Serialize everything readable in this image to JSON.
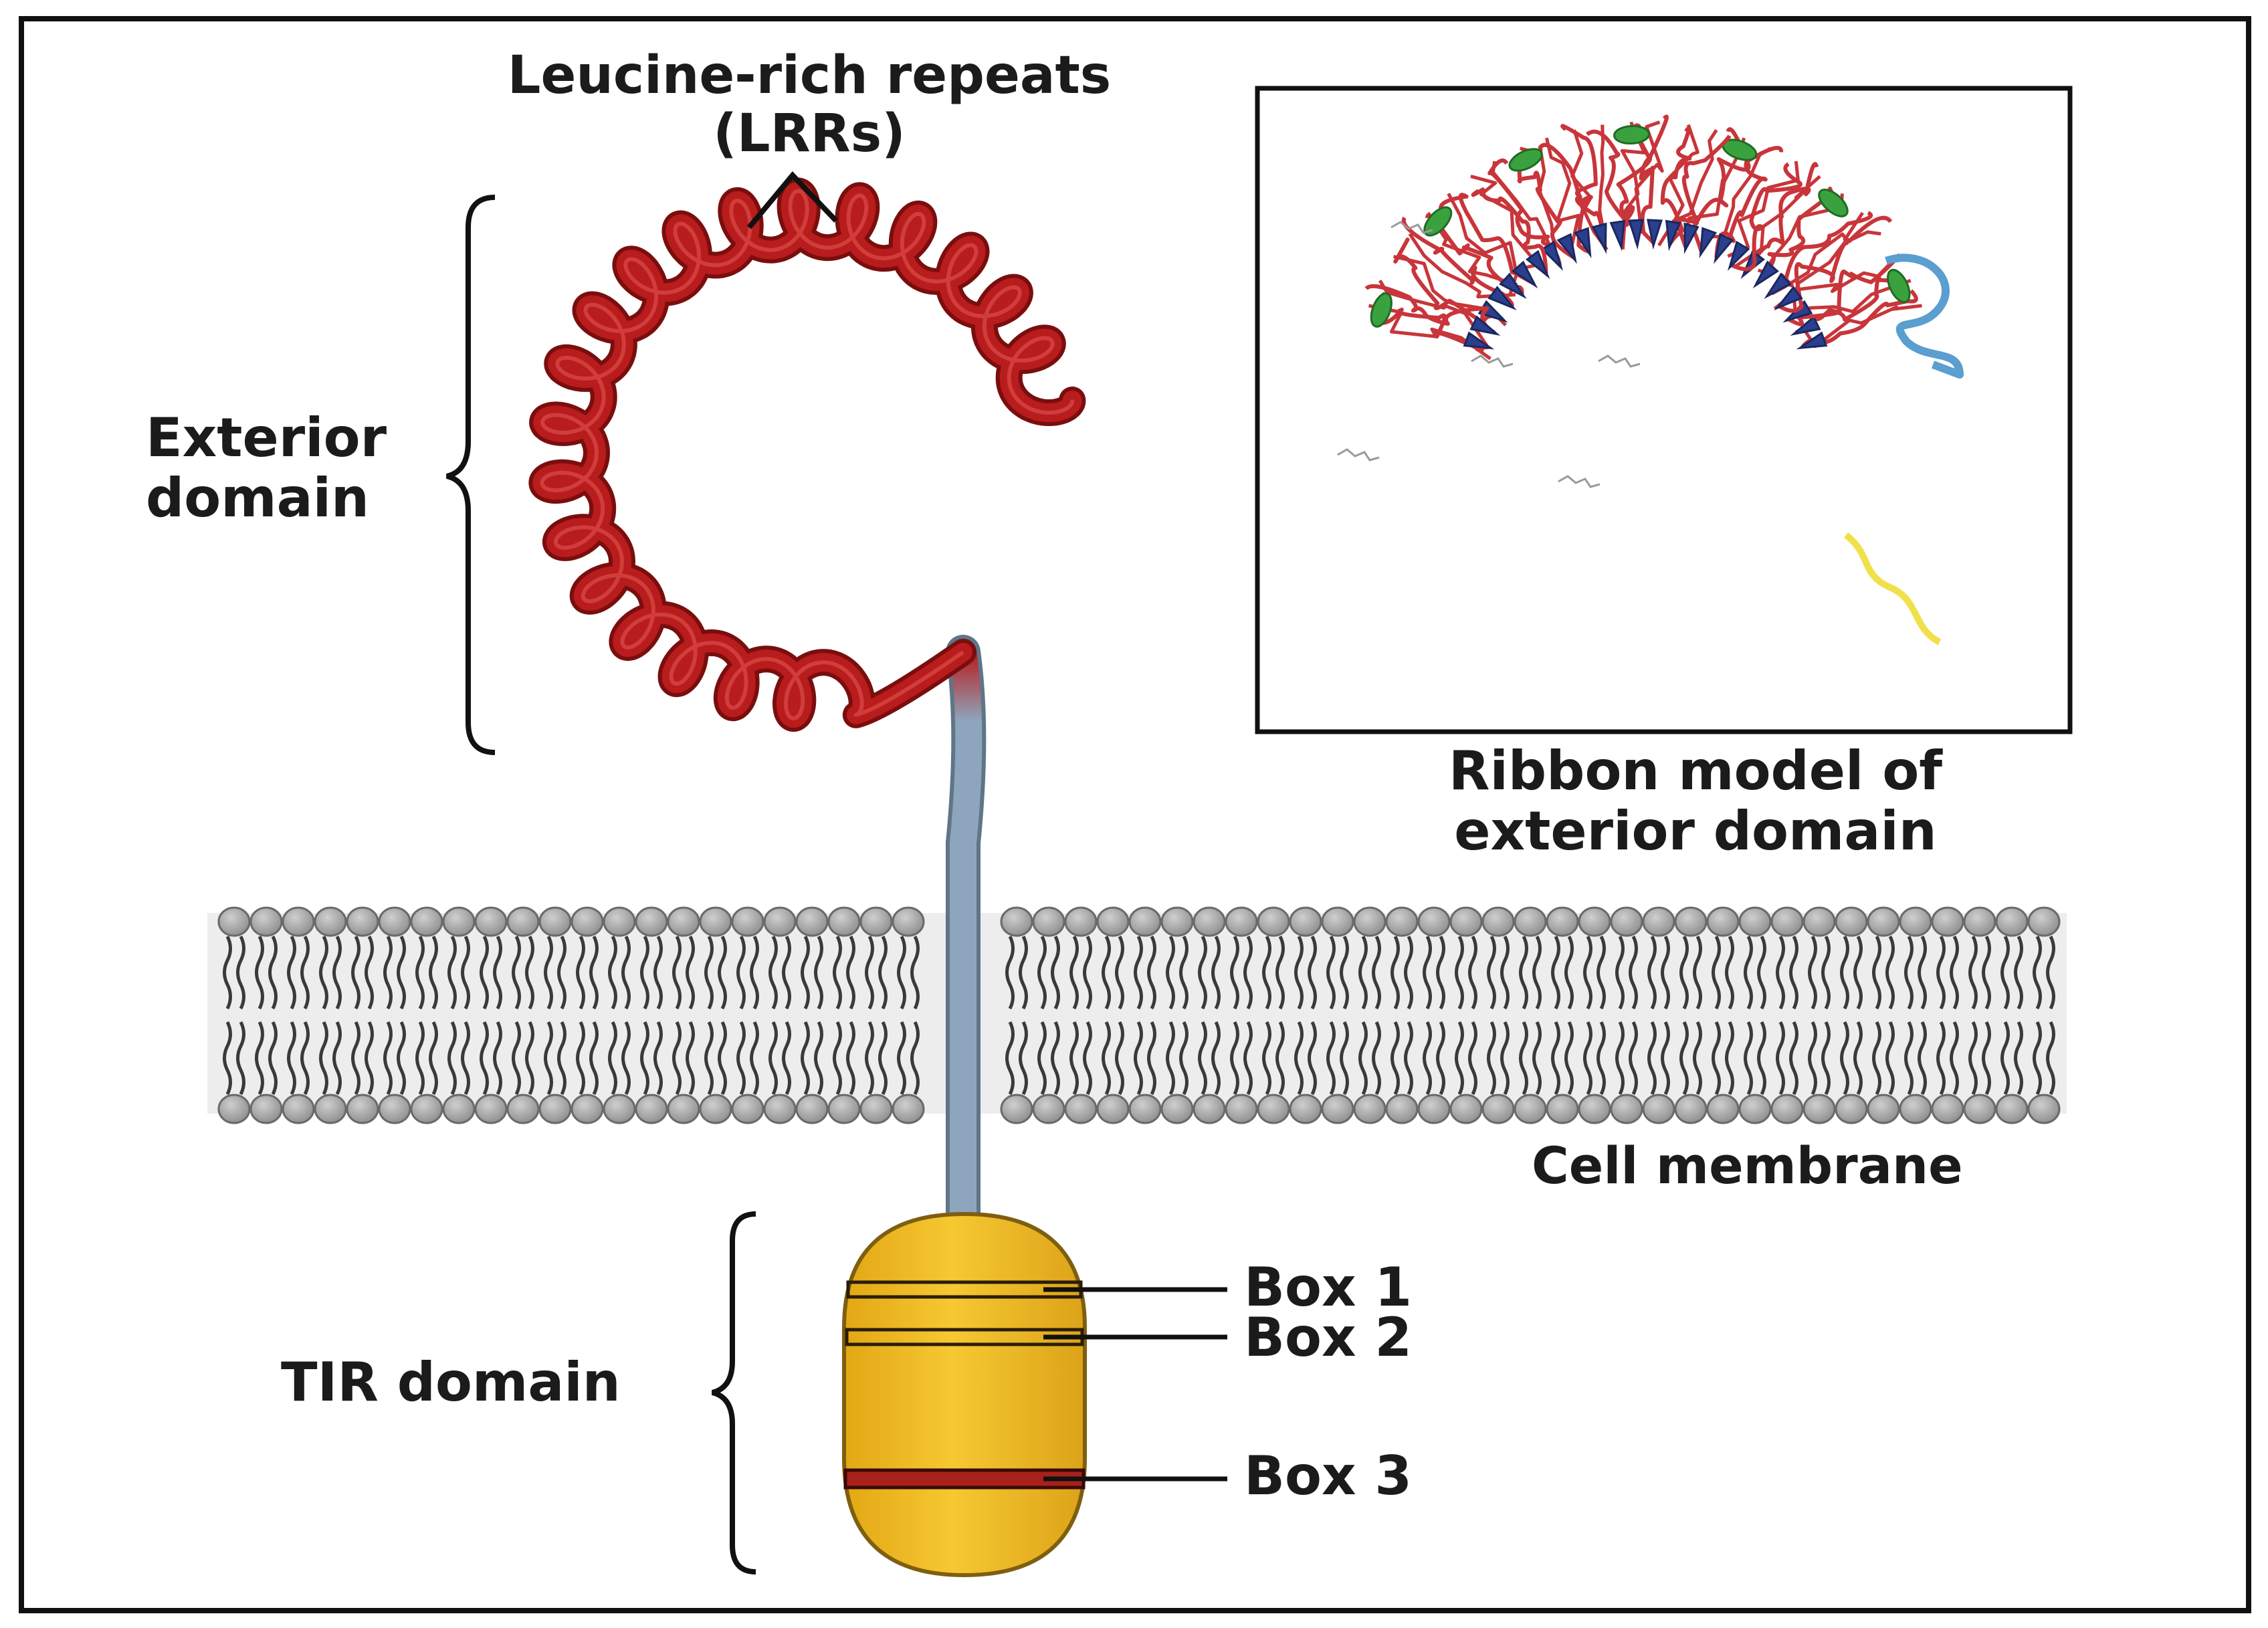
{
  "labels": {
    "lrr": [
      "Leucine-rich repeats",
      "(LRRs)"
    ],
    "exterior": [
      "Exterior",
      "domain"
    ],
    "ribbon": [
      "Ribbon model of",
      "exterior domain"
    ],
    "membrane": "Cell membrane",
    "tir": "TIR domain",
    "box1": "Box 1",
    "box2": "Box 2",
    "box3": "Box 3"
  },
  "colors": {
    "helix": "#b81c1c",
    "helix_dark": "#7a0e0e",
    "stalk": "#8ea6bd",
    "tir_fill": "#f3bf2a",
    "tir_outline": "#8a6a12",
    "box3_band": "#a8211a",
    "lipid_head": "#a4a4a4",
    "membrane_bg": "#ededed",
    "ribbon_coil": "#c8353a",
    "ribbon_strand": "#2a3f8e",
    "ribbon_helix": "#3aa13f",
    "ribbon_cterm": "#5b9ed0",
    "ribbon_nterm": "#f0e14a"
  }
}
